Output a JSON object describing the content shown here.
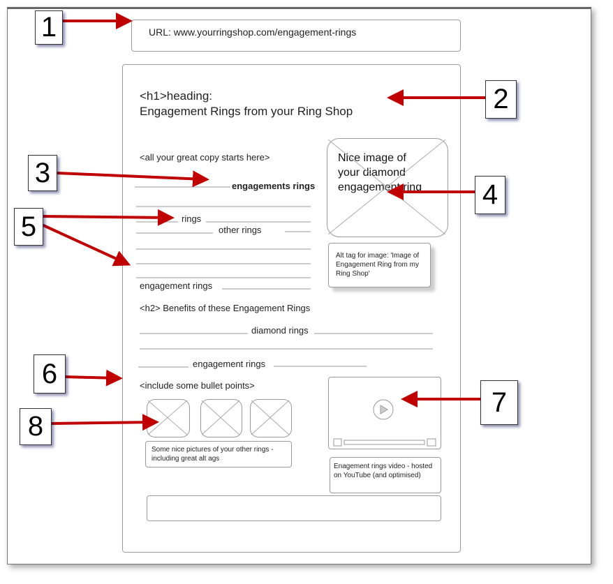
{
  "url_bar": {
    "text": "URL: www.yourringshop.com/engagement-rings"
  },
  "heading": {
    "line1": "<h1>heading:",
    "line2": "Engagement Rings from your Ring Shop"
  },
  "copy": {
    "intro": "<all your great copy starts here>",
    "keyword_bold": "engagements rings",
    "rings": "rings",
    "other_rings": "other rings",
    "engagement_rings": "engagement rings",
    "h2": "<h2> Benefits of these Engagement Rings",
    "diamond_rings": "diamond rings",
    "engagement_rings_2": "engagement rings",
    "bullets": "<include some bullet points>"
  },
  "image": {
    "label": "Nice image of your diamond engagement ring",
    "alt_note": "Alt tag for image: 'Image of Engagement Ring from my Ring Shop'"
  },
  "thumbnails": {
    "caption": "Some nice pictures of your other rings - including great alt ags"
  },
  "video": {
    "caption": "Enagement rings video - hosted on YouTube (and optimised)"
  },
  "callouts": [
    "1",
    "2",
    "3",
    "4",
    "5",
    "6",
    "7",
    "8"
  ],
  "colors": {
    "arrow": "#c00000",
    "sketch": "#9a9a9a"
  }
}
